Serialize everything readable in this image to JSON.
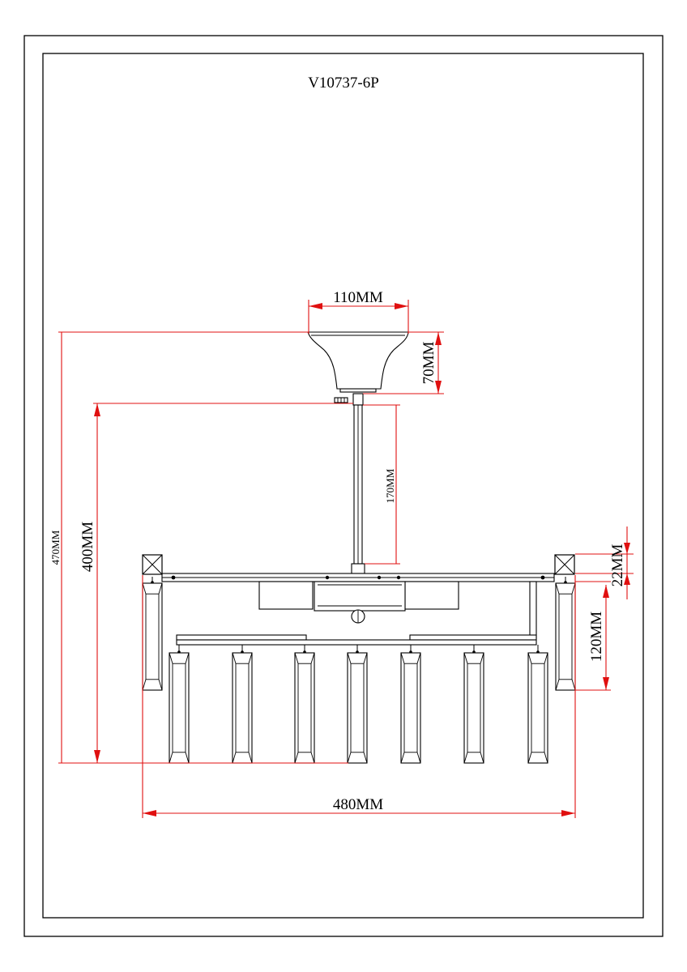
{
  "title": "V10737-6P",
  "colors": {
    "dimension": "#e01010",
    "linework": "#000000",
    "background": "#ffffff"
  },
  "dimensions": {
    "canopy_width": "110MM",
    "canopy_height": "70MM",
    "rod_length": "170MM",
    "top_ring_height": "22MM",
    "crystal_drop": "120MM",
    "hanging_height": "400MM",
    "total_height": "470MM",
    "overall_width": "480MM"
  }
}
